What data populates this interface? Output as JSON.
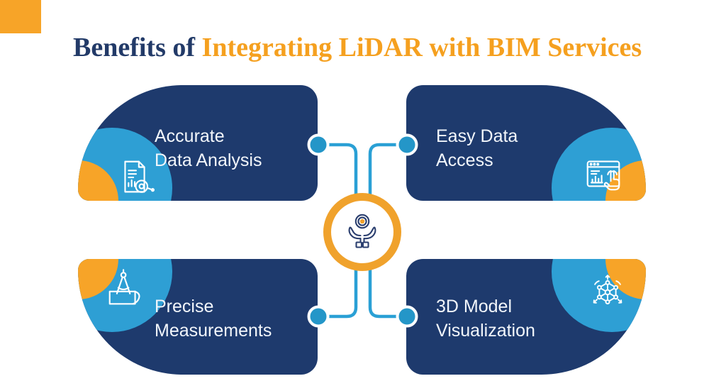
{
  "title": {
    "prefix": "Benefits of ",
    "highlight": "Integrating LiDAR with BIM Services"
  },
  "cards": [
    {
      "id": "accurate-data-analysis",
      "position": "top-left",
      "line1": "Accurate",
      "line2": "Data Analysis",
      "icon": "document-analysis-icon"
    },
    {
      "id": "easy-data-access",
      "position": "top-right",
      "line1": "Easy Data",
      "line2": "Access",
      "icon": "data-access-touch-icon"
    },
    {
      "id": "precise-measurements",
      "position": "bottom-left",
      "line1": "Precise",
      "line2": "Measurements",
      "icon": "compass-blueprint-icon"
    },
    {
      "id": "3d-model-visualization",
      "position": "bottom-right",
      "line1": "3D Model",
      "line2": "Visualization",
      "icon": "3d-network-icon"
    }
  ],
  "center": {
    "icon": "hands-gear-icon"
  },
  "colors": {
    "card_navy": "#1e3a6d",
    "title_navy": "#223a68",
    "title_orange": "#f5a01f",
    "accent_orange": "#f7a428",
    "decoration_blue": "#2e9fd4",
    "connector_teal": "#2aa0d5",
    "node_teal": "#2496c8",
    "medallion_ring_orange": "#f0a22c",
    "background": "#ffffff"
  }
}
